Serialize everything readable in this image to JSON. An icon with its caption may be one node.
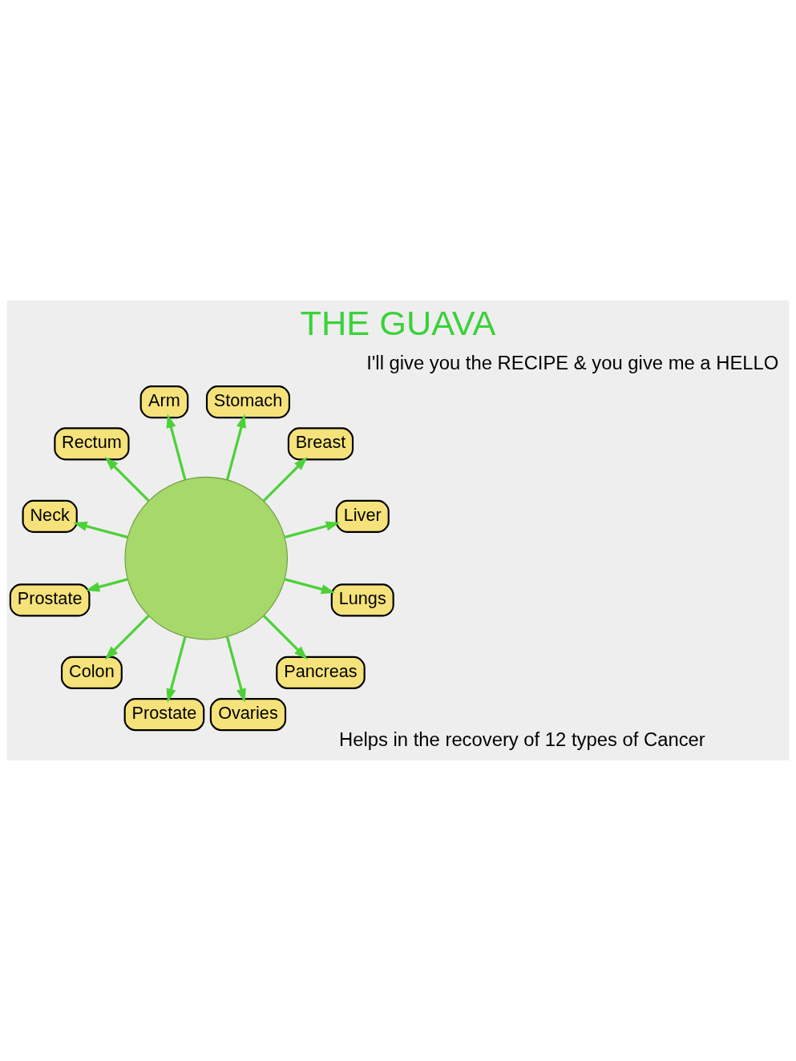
{
  "diagram": {
    "title": "THE GUAVA",
    "nodes": [
      {
        "text": [],
        "shape": "circle"
      },
      {
        "text": [
          "Liver"
        ]
      },
      {
        "text": [
          "Breast"
        ]
      },
      {
        "text": [
          "Stomach"
        ]
      },
      {
        "text": [
          "Arm"
        ]
      },
      {
        "text": [
          "Rectum"
        ]
      },
      {
        "text": [
          "Neck"
        ]
      },
      {
        "text": [
          "Prostate"
        ]
      },
      {
        "text": [
          "Colon"
        ]
      },
      {
        "text": [
          "Prostate"
        ]
      },
      {
        "text": [
          "Ovaries"
        ]
      },
      {
        "text": [
          "Pancreas"
        ]
      },
      {
        "text": [
          "Lungs"
        ]
      }
    ],
    "edges": [
      {
        "from": 0,
        "to": 1,
        "arrow": "to"
      },
      {
        "from": 0,
        "to": 2,
        "arrow": "to"
      },
      {
        "from": 0,
        "to": 3,
        "arrow": "to"
      },
      {
        "from": 0,
        "to": 4,
        "arrow": "to"
      },
      {
        "from": 0,
        "to": 5,
        "arrow": "to"
      },
      {
        "from": 0,
        "to": 6,
        "arrow": "to"
      },
      {
        "from": 0,
        "to": 7,
        "arrow": "to"
      },
      {
        "from": 0,
        "to": 8,
        "arrow": "to"
      },
      {
        "from": 0,
        "to": 9,
        "arrow": "to"
      },
      {
        "from": 0,
        "to": 10,
        "arrow": "to"
      },
      {
        "from": 0,
        "to": 11,
        "arrow": "to"
      },
      {
        "from": 0,
        "to": 12,
        "arrow": "to"
      }
    ],
    "labels": [
      "Helps in the recovery of 12 types of Cancer",
      "I'll give you the RECIPE & you give me a HELLO"
    ]
  }
}
